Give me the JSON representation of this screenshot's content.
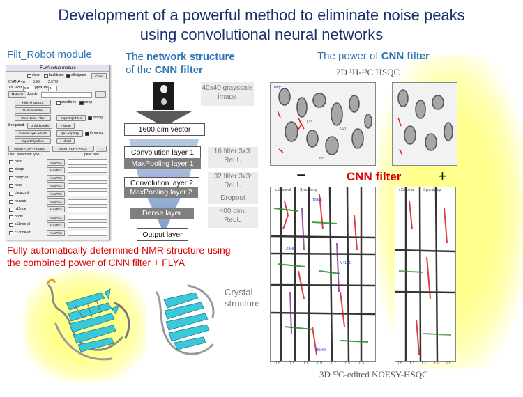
{
  "title": {
    "line1": "Development of a powerful method to eliminate noise peaks",
    "line2": "using convolutional neural networks"
  },
  "left": {
    "header": "Filt_Robot module",
    "caption_line1": "Fully automatically determined NMR structure using",
    "caption_line2": "the combined power of CNN filter + FLYA"
  },
  "flya": {
    "window_title": "FLYA setup module",
    "check_clear": "clear",
    "check_backbone": "backbone",
    "check_all": "all signals",
    "close": "Close",
    "cyana_label": "CYANA ver.",
    "cyana_val1": "3.96",
    "cyana_val2": "3.97/8",
    "c13_label": "13C-corr.",
    "c13_val": "0.0",
    "ppm_label": "ppm",
    "cpu_label": "CPU",
    "cpu_val": "4",
    "makedir": "MakeDir",
    "jobdir": "Job dir:",
    "browse": "...",
    "pick_all": "Pick All spectra",
    "autothres": "autothres",
    "deep": "deep",
    "noise1": "1st Noise Filter",
    "cnn_noise": "CNN Noise Filter",
    "export_xpk": "ExportXpkFiles",
    "strong": "strong",
    "if_required": "if required:",
    "unfold": "Unfold peaks",
    "setup": "<-setup",
    "convert": "Convert xpk-->FLYA",
    "xpk_sparky": "xpk-->Sparky",
    "thres_cut": "thres-cut",
    "export_flya": "Export Flya files",
    "detail": "<--detail",
    "import_bbass": "Import FLYA-->BBass",
    "import_acs": "Import FLYA-->ACS",
    "use_label": "use:",
    "spectrum_type": "spectrum type",
    "peak_files": "peak files",
    "autopick": "AutoPick",
    "spectra": [
      "hsqc",
      "chsqc",
      "chsqc-ar",
      "hnco",
      "cbcaconh",
      "hncacb",
      "n15noe",
      "hcchl",
      "c13noe-al",
      "c13noe-ar"
    ]
  },
  "network": {
    "header_line1_plain": "The ",
    "header_line1_bold": "network structure",
    "header_line2_plain": "of the ",
    "header_line2_bold": "CNN filter",
    "input_note_line1": "40x40 grayscale",
    "input_note_line2": "image",
    "vector": "1600 dim vector",
    "conv1": "Convolution layer 1",
    "pool1": "MaxPooling layer 1",
    "conv1_note_line1": "16 filter 3x3:",
    "conv1_note_line2": "ReLU",
    "conv2": "Convolution layer 2",
    "pool2": "MaxPooling layer 2",
    "conv2_note_line1": "32 filter 3x3:",
    "conv2_note_line2": "ReLU",
    "dropout": "Dropout",
    "dense": "Dense layer",
    "dense_note_line1": "400 dim:",
    "dense_note_line2": "ReLU",
    "output": "Output layer"
  },
  "right": {
    "header_plain": "The power of ",
    "header_bold": "CNN filter",
    "hsqc_label": "2D ¹H-¹³C HSQC",
    "minus": "−",
    "filter_label": "CNN filter",
    "plus": "+",
    "noesy_label": "3D ¹³C-edited NOESY-HSQC",
    "spec_tag_left": "c13noe-al",
    "spec_tag_left2": "Sync-dump",
    "spec_tag_right": "c13noe-al",
    "spec_tag_right2": "Sync-dump",
    "axis_ticks": [
      "1.5",
      "1.3",
      "1.1",
      "0.9",
      "0.7",
      "0.5",
      "0.3"
    ]
  },
  "structure": {
    "crystal_line1": "Crystal",
    "crystal_line2": "structure"
  },
  "colors": {
    "title": "#1a2f6b",
    "section": "#2e75b6",
    "red_text": "#e00000",
    "glow": "#ffff8c",
    "cyan": "#3cc8d8"
  }
}
